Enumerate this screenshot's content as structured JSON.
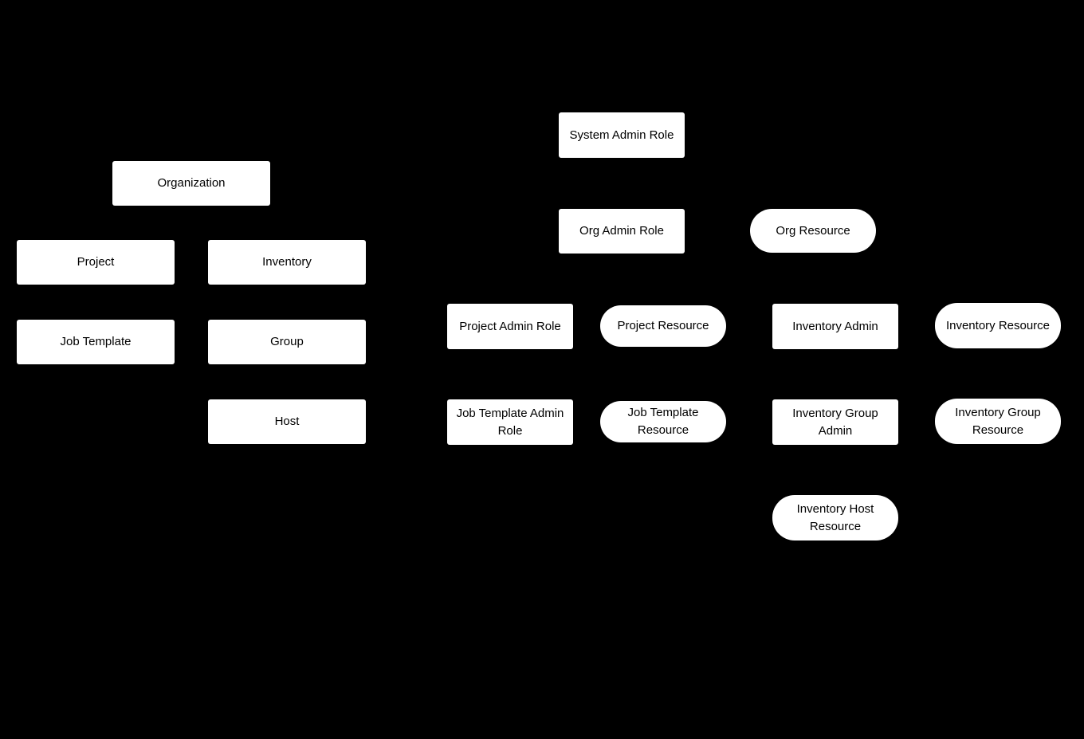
{
  "colors": {
    "background": "#000000",
    "node_fill": "#ffffff",
    "node_text": "#000000"
  },
  "diagram": {
    "nodes": [
      {
        "id": "organization",
        "label": "Organization",
        "shape": "rect"
      },
      {
        "id": "project",
        "label": "Project",
        "shape": "rect"
      },
      {
        "id": "inventory",
        "label": "Inventory",
        "shape": "rect"
      },
      {
        "id": "job-template",
        "label": "Job Template",
        "shape": "rect"
      },
      {
        "id": "group",
        "label": "Group",
        "shape": "rect"
      },
      {
        "id": "host",
        "label": "Host",
        "shape": "rect"
      },
      {
        "id": "system-admin-role",
        "label": "System Admin Role",
        "shape": "rect"
      },
      {
        "id": "org-admin-role",
        "label": "Org Admin Role",
        "shape": "rect"
      },
      {
        "id": "org-resource",
        "label": "Org Resource",
        "shape": "pill"
      },
      {
        "id": "project-admin-role",
        "label": "Project Admin Role",
        "shape": "rect"
      },
      {
        "id": "project-resource",
        "label": "Project Resource",
        "shape": "pill"
      },
      {
        "id": "inventory-admin",
        "label": "Inventory Admin",
        "shape": "rect"
      },
      {
        "id": "inventory-resource",
        "label": "Inventory Resource",
        "shape": "pill"
      },
      {
        "id": "job-template-admin-role",
        "label": "Job Template Admin Role",
        "shape": "rect"
      },
      {
        "id": "job-template-resource",
        "label": "Job Template Resource",
        "shape": "pill"
      },
      {
        "id": "inventory-group-admin",
        "label": "Inventory Group Admin",
        "shape": "rect"
      },
      {
        "id": "inventory-group-resource",
        "label": "Inventory Group Resource",
        "shape": "pill"
      },
      {
        "id": "inventory-host-resource",
        "label": "Inventory Host Resource",
        "shape": "pill"
      }
    ]
  }
}
